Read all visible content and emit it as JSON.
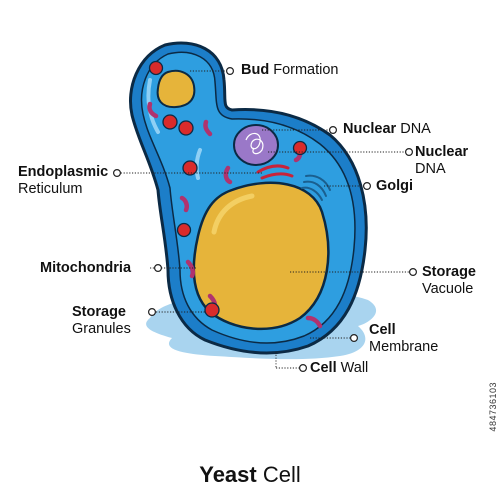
{
  "title": {
    "bold": "Yeast",
    "light": "Cell"
  },
  "labels": {
    "bud": {
      "bold": "Bud",
      "light": "Formation"
    },
    "nuclear_dna_1": {
      "bold": "Nuclear",
      "light": "DNA"
    },
    "nuclear_dna_2": {
      "bold": "Nuclear",
      "sub": "DNA"
    },
    "golgi": {
      "bold": "Golgi"
    },
    "endoplasmic": {
      "bold": "Endoplasmic",
      "sub": "Reticulum"
    },
    "mitochondria": {
      "bold": "Mitochondria"
    },
    "storage_vacuole": {
      "bold": "Storage",
      "sub": "Vacuole"
    },
    "storage_granules": {
      "bold": "Storage",
      "sub": "Granules"
    },
    "cell_membrane": {
      "bold": "Cell",
      "sub": "Membrane"
    },
    "cell_wall": {
      "bold": "Cell",
      "light": "Wall"
    }
  },
  "stock_id": "484736103",
  "colors": {
    "cell_wall": "#1c7ec9",
    "cytoplasm": "#2e9ee0",
    "outline": "#0b2a45",
    "vacuole": "#e6b43a",
    "vacuole_light": "#f3cf63",
    "nucleus": "#9a78c8",
    "mitochondria": "#b0336e",
    "granules": "#d92b2b",
    "puddle": "#a9d4ef"
  }
}
